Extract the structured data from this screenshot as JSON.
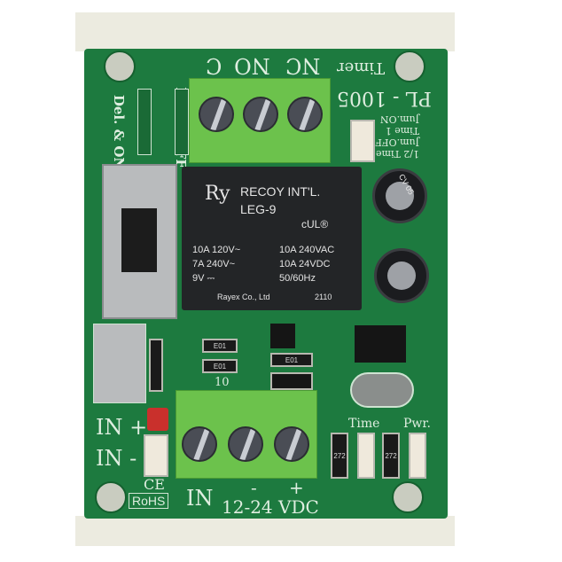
{
  "board": {
    "model": "PL - 1005",
    "function": "Timer",
    "output_terminals": [
      "C",
      "NO",
      "NC"
    ],
    "mode_labels": [
      "Del. & ON",
      "Del. & OFF"
    ],
    "jumper_labels": [
      "1/2 Time",
      "Jum.OFF",
      "Time 1",
      "Jum.ON"
    ],
    "input_labels": {
      "in_plus": "IN +",
      "in_minus": "IN -",
      "in": "IN",
      "voltage": "12-24 VDC",
      "minus": "-",
      "plus": "+"
    },
    "cert": {
      "ce": "CE",
      "rohs": "RoHS"
    },
    "led_labels": {
      "time": "Time",
      "pwr": "Pwr."
    },
    "resistor_code": "272",
    "resistor_code_small": "E01",
    "misc_label": "10",
    "cap_mark": "CV 05"
  },
  "relay": {
    "logo": "Ry",
    "brand": "RECOY INT'L.",
    "model": "LEG-9",
    "ratings_left": [
      "10A 120V~",
      "7A 240V~",
      "9V ⎓"
    ],
    "ratings_right": [
      "10A 240VAC",
      "10A 24VDC",
      "50/60Hz"
    ],
    "ul_mark": "cUL®",
    "maker": "Rayex Co., Ltd",
    "date_code": "2110"
  }
}
